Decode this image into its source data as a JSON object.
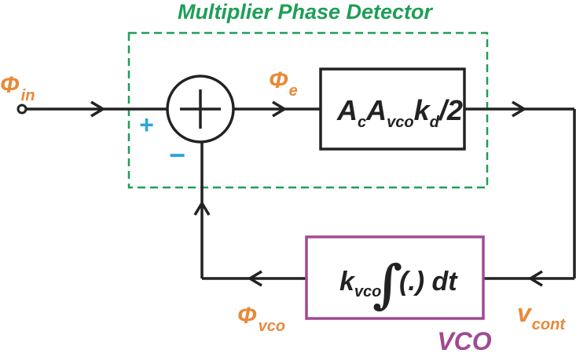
{
  "title": "Multiplier Phase Detector",
  "colors": {
    "green": "#1f9e57",
    "orange": "#e8893a",
    "purple": "#a04a93",
    "blue": "#2aa7dc",
    "line": "#222222"
  },
  "signals": {
    "phi_in": {
      "symbol": "Φ",
      "sub": "in"
    },
    "phi_e": {
      "symbol": "Φ",
      "sub": "e"
    },
    "phi_vco": {
      "symbol": "Φ",
      "sub": "vco"
    },
    "v_cont": {
      "symbol": "v",
      "sub": "cont"
    }
  },
  "summer": {
    "plus": "+",
    "minus": "−",
    "glyph": "+"
  },
  "gain_block": {
    "A1": "A",
    "sub_c": "c",
    "A2": "A",
    "sub_vco": "vco",
    "k": "k",
    "sub_d": "d",
    "tail": "/2"
  },
  "vco_block": {
    "k": "k",
    "sub_vco": "vco",
    "integral": "∫",
    "expr": "(.) dt",
    "label": "VCO"
  }
}
